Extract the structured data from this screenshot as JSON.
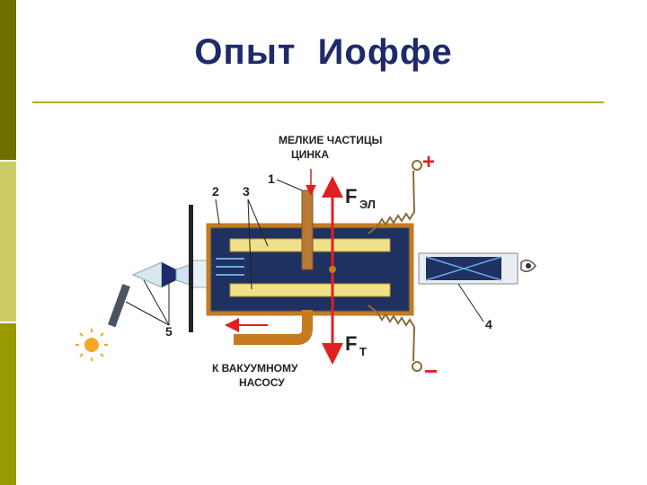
{
  "slide": {
    "title": "Опыт  Иоффе",
    "colors": {
      "title": "#1f2a6b",
      "rule": "#b5a82e",
      "sidebar_top": "#6f6f00",
      "sidebar_mid": "#cccc66",
      "sidebar_bottom": "#999900"
    }
  },
  "diagram": {
    "label_top_line1": "МЕЛКИЕ ЧАСТИЦЫ",
    "label_top_line2": "ЦИНКА",
    "label_bottom_line1": "К ВАКУУМНОМУ",
    "label_bottom_line2": "НАСОСУ",
    "force_up": "F",
    "force_up_sub": "ЭЛ",
    "force_down": "F",
    "force_down_sub": "T",
    "plus": "+",
    "minus": "−",
    "num_1": "1",
    "num_2": "2",
    "num_3": "3",
    "num_4": "4",
    "num_5": "5"
  }
}
